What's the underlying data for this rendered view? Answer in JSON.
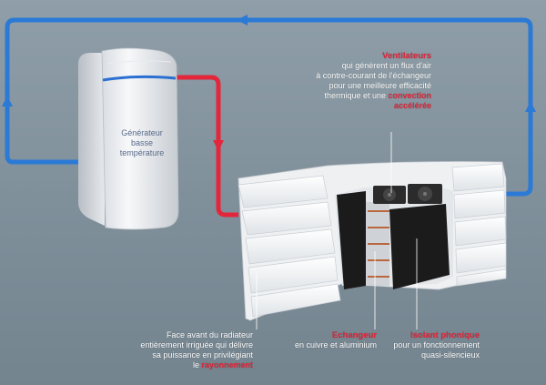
{
  "colors": {
    "hot_pipe": "#e3263a",
    "cold_pipe": "#2a7ad6",
    "callout_title": "#e3263a",
    "generator_text": "#5a6b8c",
    "generator_stripe": "#2a6fd1"
  },
  "generator": {
    "lines": [
      "Générateur",
      "basse",
      "température"
    ]
  },
  "callouts": {
    "ventilateurs": {
      "title": "Ventilateurs",
      "lines": [
        "qui génèrent un flux d'air",
        "à contre-courant de l'échangeur",
        "pour une meilleure efficacité",
        "thermique et une convection",
        "accélérée"
      ],
      "highlight_words": [
        "convection",
        "accélérée"
      ]
    },
    "face_avant": {
      "lines": [
        "Face avant du radiateur",
        "entièrement irriguée qui délivre",
        "sa puissance en privilégiant",
        "le rayonnement"
      ],
      "highlight_word": "rayonnement"
    },
    "echangeur": {
      "title": "Echangeur",
      "lines": [
        "en cuivre et aluminium"
      ]
    },
    "isolant": {
      "title": "Isolant phonique",
      "lines": [
        "pour un fonctionnement",
        "quasi-silencieux"
      ]
    }
  }
}
